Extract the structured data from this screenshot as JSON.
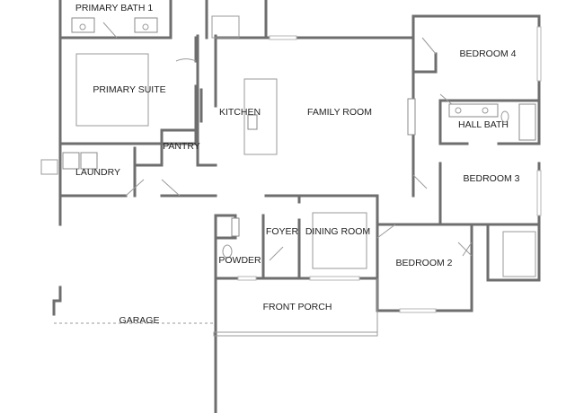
{
  "rooms": {
    "primary_bath_1": "PRIMARY BATH 1",
    "primary_suite": "PRIMARY SUITE",
    "kitchen": "KITCHEN",
    "family_room": "FAMILY ROOM",
    "bedroom_4": "BEDROOM 4",
    "hall_bath": "HALL BATH",
    "pantry": "PANTRY",
    "laundry": "LAUNDRY",
    "bedroom_3": "BEDROOM 3",
    "foyer": "FOYER",
    "dining_room": "DINING ROOM",
    "powder": "POWDER",
    "bedroom_2": "BEDROOM 2",
    "front_porch": "FRONT PORCH",
    "garage": "GARAGE"
  },
  "colors": {
    "wall": "#6e6e6e",
    "label": "#222222",
    "background": "#ffffff"
  }
}
